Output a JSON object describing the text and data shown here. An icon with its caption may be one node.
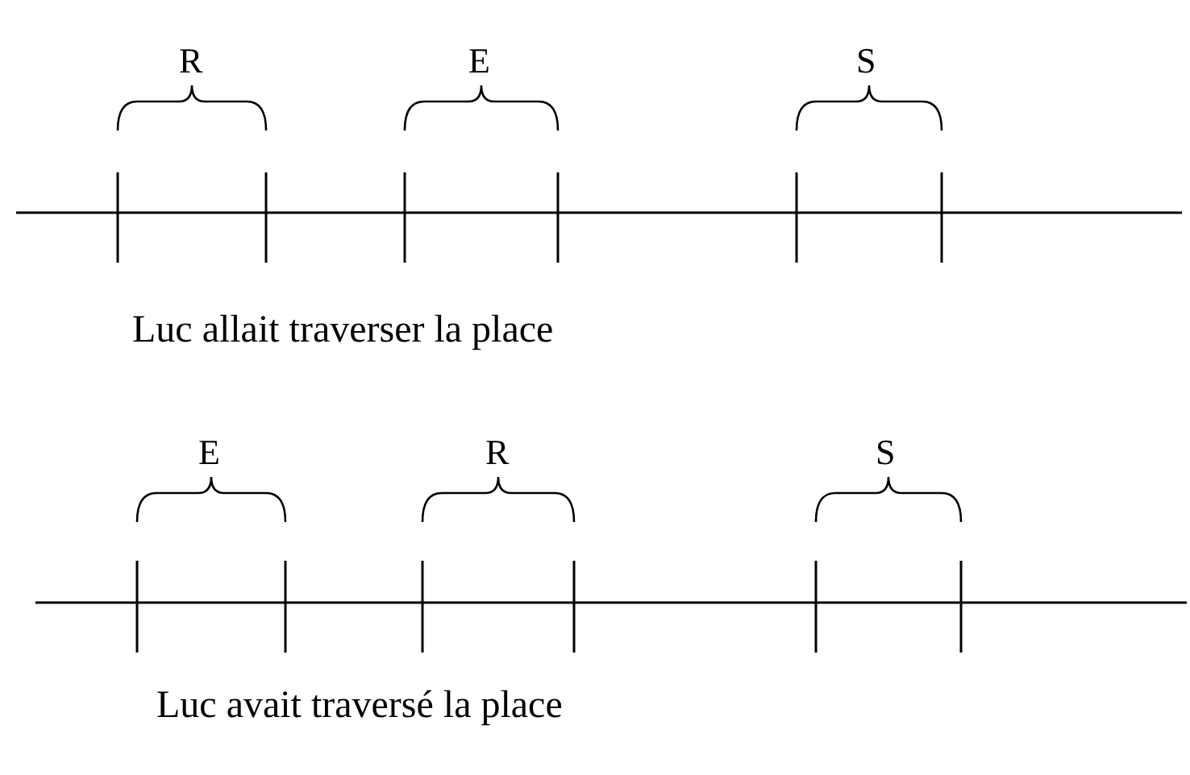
{
  "diagram": {
    "labels": [
      "R",
      "E",
      "S",
      "Luc allait traverser la place",
      "E",
      "R",
      "S",
      "Luc avait traversé la place"
    ]
  }
}
